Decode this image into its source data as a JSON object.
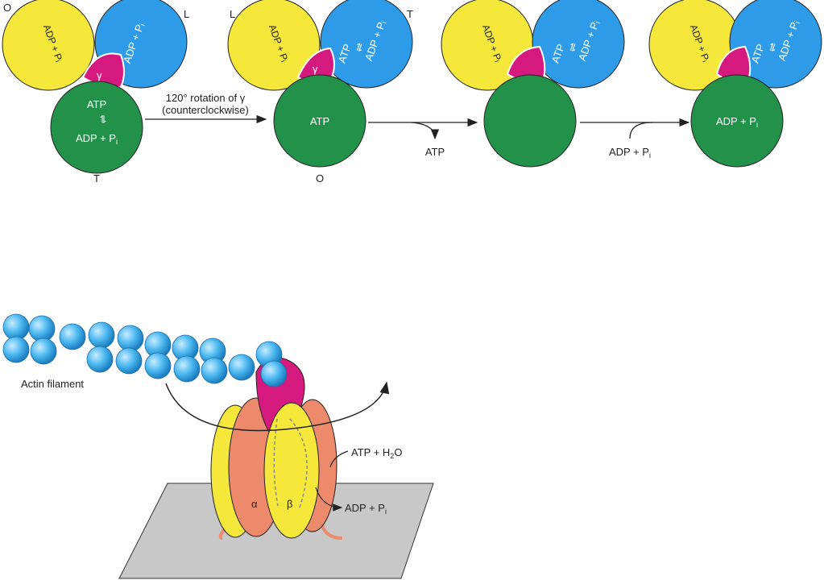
{
  "top_diagram": {
    "state1": {
      "pos_o": "O",
      "pos_l": "L",
      "pos_t": "T",
      "yellow": "ADP + Pᵢ",
      "blue": "ADP + Pᵢ",
      "green_top": "ATP",
      "green_eq": "⇌",
      "green_bottom_main": "ADP + P",
      "green_bottom_sub": "i",
      "gamma": "γ"
    },
    "step1": {
      "line1": "120° rotation of γ",
      "line2": "(counterclockwise)"
    },
    "state2": {
      "pos_l": "L",
      "pos_t": "T",
      "pos_o": "O",
      "yellow": "ADP + Pᵢ",
      "blue1": "ATP",
      "blue2": "⇌",
      "blue3": "ADP + Pᵢ",
      "green": "ATP",
      "gamma": "γ"
    },
    "step2": {
      "release": "ATP"
    },
    "state3": {
      "yellow": "ADP + Pᵢ",
      "blue1": "ATP",
      "blue2": "⇌",
      "blue3": "ADP + Pᵢ"
    },
    "step3": {
      "bind_main": "ADP + P",
      "bind_sub": "i"
    },
    "state4": {
      "yellow": "ADP + Pᵢ",
      "blue1": "ATP",
      "blue2": "⇌",
      "blue3": "ADP + Pᵢ",
      "green_main": "ADP + P",
      "green_sub": "i"
    }
  },
  "bottom_diagram": {
    "actin_label": "Actin filament",
    "atp_main": "ATP + H",
    "atp_sub": "2",
    "atp_end": "O",
    "adp_main": "ADP + P",
    "adp_sub": "i",
    "alpha": "α",
    "beta": "β"
  },
  "colors": {
    "yellow": "#f5e83a",
    "blue": "#2e9be8",
    "green": "#22914a",
    "magenta": "#d6197e",
    "salmon": "#ec8a6b",
    "bead": "#4cb8f0",
    "platform": "#c8c8c8"
  }
}
